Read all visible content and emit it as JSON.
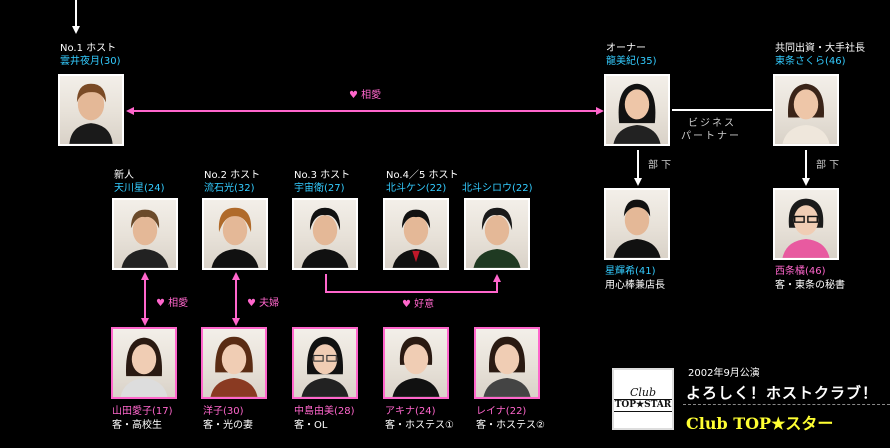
{
  "hosts": {
    "no1": {
      "role": "No.1 ホスト",
      "name": "雲井夜月(30)"
    },
    "shinjin": {
      "role": "新人",
      "name": "天川星(24)"
    },
    "no2": {
      "role": "No.2 ホスト",
      "name": "流石光(32)"
    },
    "no3": {
      "role": "No.3 ホスト",
      "name": "宇宙衛(27)"
    },
    "no45": {
      "role": "No.4／5 ホスト",
      "name_a": "北斗ケン(22)",
      "name_b": "北斗シロウ(22)"
    }
  },
  "owners": {
    "owner": {
      "role": "オーナー",
      "name": "龍美紀(35)"
    },
    "partner": {
      "role": "共同出資・大手社長",
      "name": "東条さくら(46)"
    },
    "sub1": {
      "name": "星輝希(41)",
      "desc": "用心棒兼店長"
    },
    "sub2": {
      "name": "西条橘(46)",
      "desc": "客・東条の秘書"
    }
  },
  "guests": [
    {
      "name": "山田愛子(17)",
      "desc": "客・高校生"
    },
    {
      "name": "洋子(30)",
      "desc": "客・光の妻"
    },
    {
      "name": "中島由美(28)",
      "desc": "客・OL"
    },
    {
      "name": "アキナ(24)",
      "desc": "客・ホステス①"
    },
    {
      "name": "レイナ(22)",
      "desc": "客・ホステス②"
    }
  ],
  "relations": {
    "aiai_top": "♥ 相愛",
    "business_1": "ビジネス",
    "business_2": "パートナー",
    "buka_1": "部 下",
    "buka_2": "部 下",
    "aiai_left": "♥ 相愛",
    "fufu": "♥ 夫婦",
    "kouii": "♥ 好意"
  },
  "promo": {
    "logo_club": "Club",
    "logo_top": "TOP★STAR",
    "date": "2002年9月公演",
    "title": "よろしく！ホストクラブ！",
    "subtitle": "Club TOP★スター"
  },
  "colors": {
    "cyan": "#33ccff",
    "pink": "#ff66cc",
    "yellow": "#ffff33",
    "background": "#000000"
  }
}
